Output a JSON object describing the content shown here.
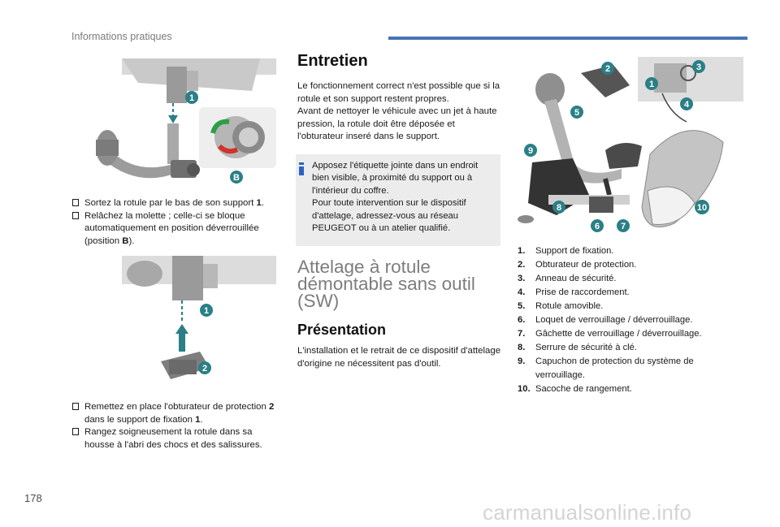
{
  "header": {
    "section_title": "Informations pratiques"
  },
  "page": {
    "number": "178"
  },
  "watermark": "carmanualsonline.info",
  "figures": {
    "top_callouts": [
      "1",
      "B"
    ],
    "mid_callouts": [
      "1",
      "2"
    ],
    "right_callouts": [
      "1",
      "2",
      "3",
      "4",
      "5",
      "6",
      "7",
      "8",
      "9",
      "10"
    ]
  },
  "left": {
    "bullets_a": [
      {
        "pre": "Sortez la rotule par le bas de son support ",
        "bold": "1",
        "post": "."
      },
      {
        "pre": "Relâchez la molette ; celle-ci se bloque automatiquement en position déverrouillée (position ",
        "bold": "B",
        "post": ")."
      }
    ],
    "bullets_b": [
      {
        "pre": "Remettez en place l'obturateur de protection ",
        "bold": "2",
        "mid": " dans le support de fixation ",
        "bold2": "1",
        "post": "."
      },
      {
        "pre": "Rangez soigneusement la rotule dans sa housse à l'abri des chocs et des salissures."
      }
    ]
  },
  "entretien": {
    "title": "Entretien",
    "p1": "Le fonctionnement correct n'est possible que si la rotule et son support restent propres.",
    "p2": "Avant de nettoyer le véhicule avec un jet à haute pression, la rotule doit être déposée et l'obturateur inseré dans le support.",
    "note_l1": "Apposez l'étiquette jointe dans un endroit bien visible, à proximité du support ou à l'intérieur du coffre.",
    "note_l2": "Pour toute intervention sur le dispositif d'attelage, adressez-vous au réseau PEUGEOT ou à un atelier qualifié."
  },
  "attelage": {
    "title": "Attelage à rotule démontable sans outil (SW)",
    "subtitle": "Présentation",
    "text": "L'installation et le retrait de ce dispositif d'attelage d'origine ne nécessitent pas d'outil."
  },
  "legend": [
    {
      "num": "1.",
      "label": "Support de fixation."
    },
    {
      "num": "2.",
      "label": "Obturateur de protection."
    },
    {
      "num": "3.",
      "label": "Anneau de sécurité."
    },
    {
      "num": "4.",
      "label": "Prise de raccordement."
    },
    {
      "num": "5.",
      "label": "Rotule amovible."
    },
    {
      "num": "6.",
      "label": "Loquet de verrouillage / déverrouillage."
    },
    {
      "num": "7.",
      "label": "Gâchette de verrouillage / déverrouillage."
    },
    {
      "num": "8.",
      "label": "Serrure de sécurité à clé."
    },
    {
      "num": "9.",
      "label": "Capuchon de protection du système de verrouillage."
    },
    {
      "num": "10.",
      "label": "Sacoche de rangement."
    }
  ],
  "colors": {
    "accent_bar": "#4a72b8",
    "callout": "#2b7f86",
    "note_bg": "#ececec",
    "info_icon": "#2a63c8"
  }
}
